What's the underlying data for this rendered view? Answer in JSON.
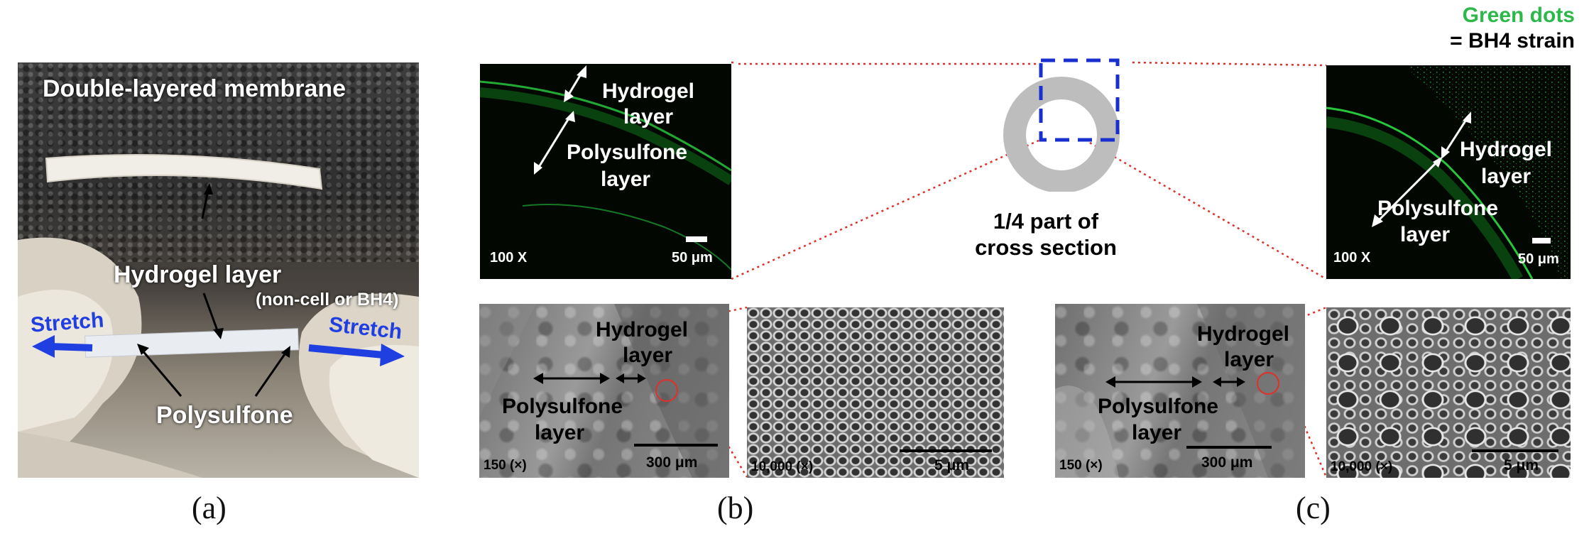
{
  "panel_a": {
    "title": "Double-layered membrane",
    "hydrogel": "Hydrogel layer",
    "hydrogel_sub": "(non-cell or BH4)",
    "stretch_left": "Stretch",
    "stretch_right": "Stretch",
    "polysulfone": "Polysulfone",
    "label": "(a)"
  },
  "panel_b": {
    "fluo": {
      "hydrogel_1": "Hydrogel",
      "hydrogel_2": "layer",
      "poly_1": "Polysulfone",
      "poly_2": "layer",
      "mag": "100 X",
      "scale": "50 μm"
    },
    "sem": {
      "hydrogel_1": "Hydrogel",
      "hydrogel_2": "layer",
      "poly_1": "Polysulfone",
      "poly_2": "layer",
      "mag": "150 (×)",
      "scale": "300 μm"
    },
    "sem_zoom": {
      "mag": "10,000 (×)",
      "scale": "5 μm"
    },
    "label": "(b)"
  },
  "center": {
    "line1": "1/4 part of",
    "line2": "cross section"
  },
  "panel_c": {
    "legend_1": "Green dots",
    "legend_2": "= BH4 strain",
    "fluo": {
      "hydrogel_1": "Hydrogel",
      "hydrogel_2": "layer",
      "poly_1": "Polysulfone",
      "poly_2": "layer",
      "mag": "100 X",
      "scale": "50 μm"
    },
    "sem": {
      "hydrogel_1": "Hydrogel",
      "hydrogel_2": "layer",
      "poly_1": "Polysulfone",
      "poly_2": "layer",
      "mag": "150 (×)",
      "scale": "300 μm"
    },
    "sem_zoom": {
      "mag": "10,000 (×)",
      "scale": "5 μm"
    },
    "label": "(c)"
  },
  "colors": {
    "green_text": "#2db84a",
    "arrow_blue": "#1f3fe0",
    "box_blue": "#1a2fd0",
    "dotted_red": "#e0302a",
    "ring_gray": "#bdbdbd"
  }
}
